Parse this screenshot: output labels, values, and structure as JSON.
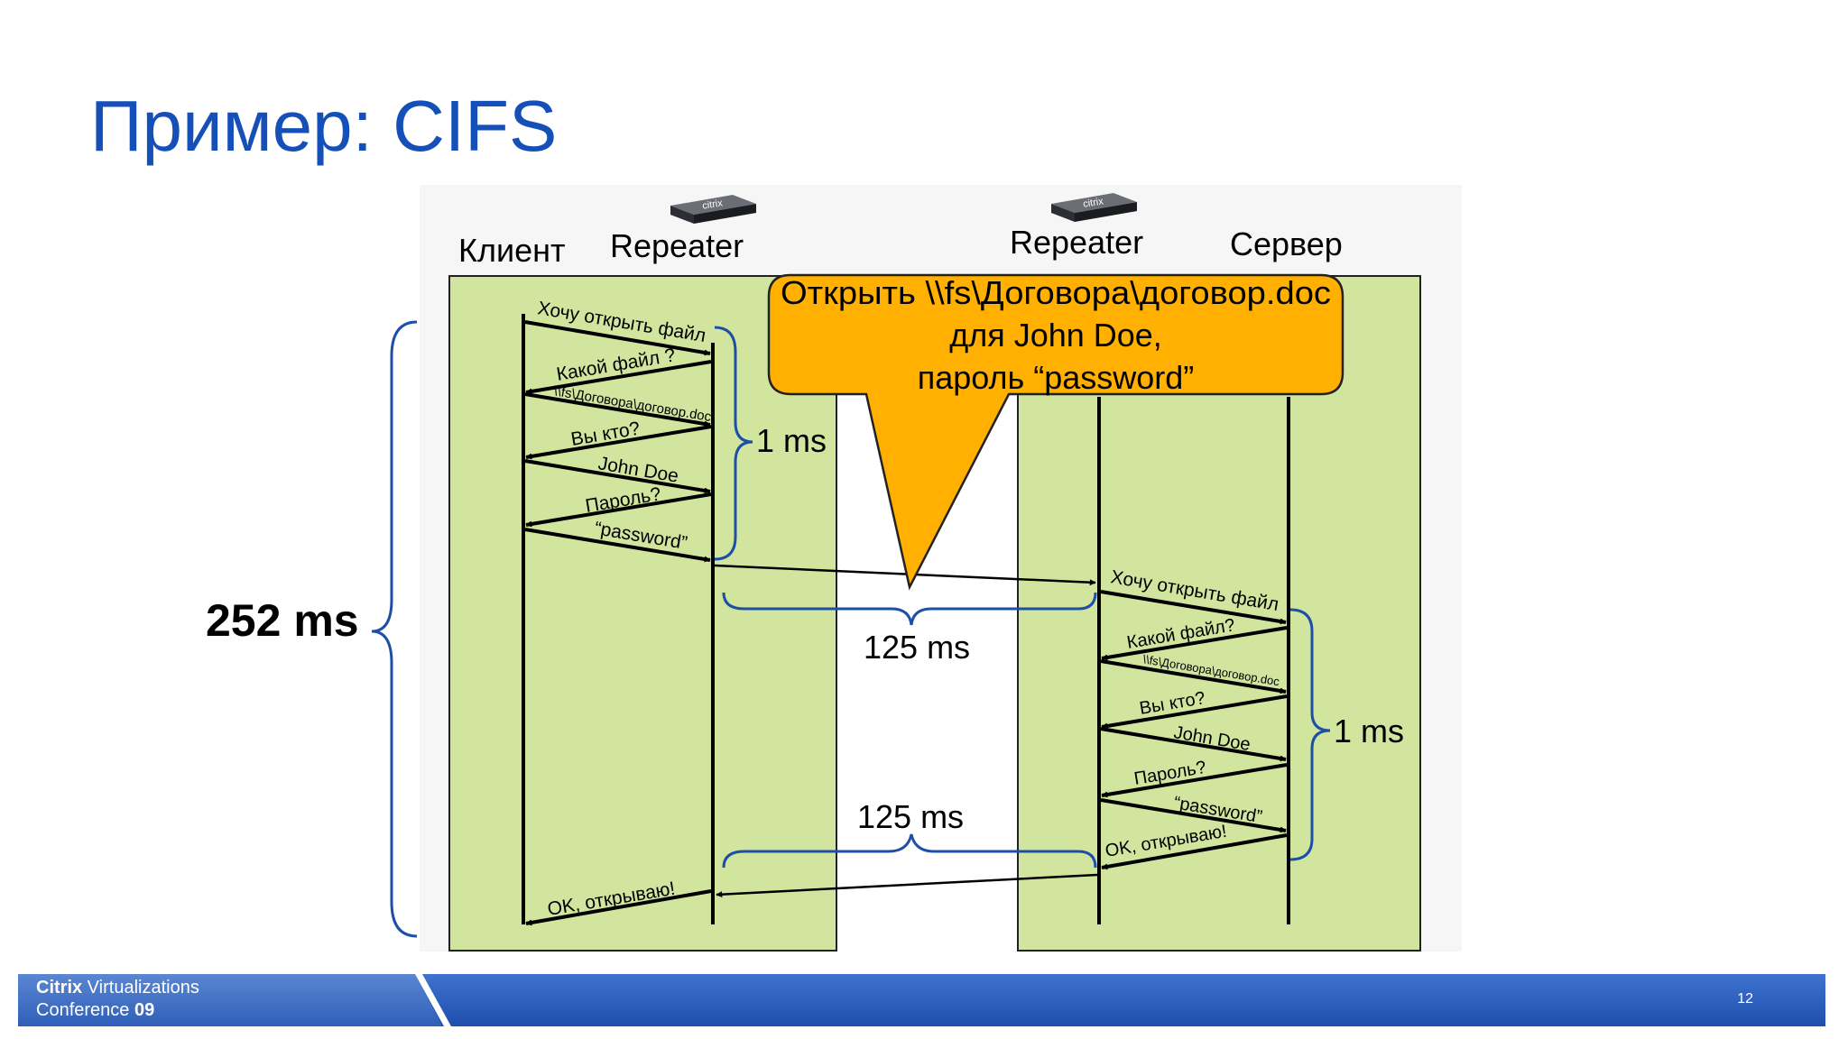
{
  "slide": {
    "title": "Пример: CIFS",
    "page_number": "12"
  },
  "footer": {
    "brand_word": "Citrix",
    "brand_rest": " Virtualizations",
    "conference_word": "Conference ",
    "conference_year": "09"
  },
  "participants": {
    "client": "Клиент",
    "repeater_left": "Repeater",
    "repeater_right": "Repeater",
    "server": "Сервер",
    "device_logo": "citrix"
  },
  "callout": {
    "line1": "Открыть \\\\fs\\Договора\\договор.doc",
    "line2": "для John Doe,",
    "line3": "пароль “password”",
    "color": "#ffb000"
  },
  "timings": {
    "total": "252 ms",
    "left_local": "1 ms",
    "right_local": "1 ms",
    "wan_forward": "125 ms",
    "wan_return": "125 ms"
  },
  "left_messages": [
    "Хочу открыть файл",
    "Какой файл ?",
    "\\\\fs\\Договора\\договор.doc",
    "Вы кто?",
    "John Doe",
    "Пароль?",
    "“password”"
  ],
  "left_final": "OK, открываю!",
  "right_messages": [
    "Хочу открыть файл",
    "Какой файл?",
    "\\\\fs\\Договора\\договор.doc",
    "Вы кто?",
    "John Doe",
    "Пароль?",
    "“password”",
    "OK, открываю!"
  ],
  "colors": {
    "title": "#1550b8",
    "zone_fill": "#d2e59f",
    "brace": "#1e4fa6",
    "footer": "#2c5fbf"
  }
}
